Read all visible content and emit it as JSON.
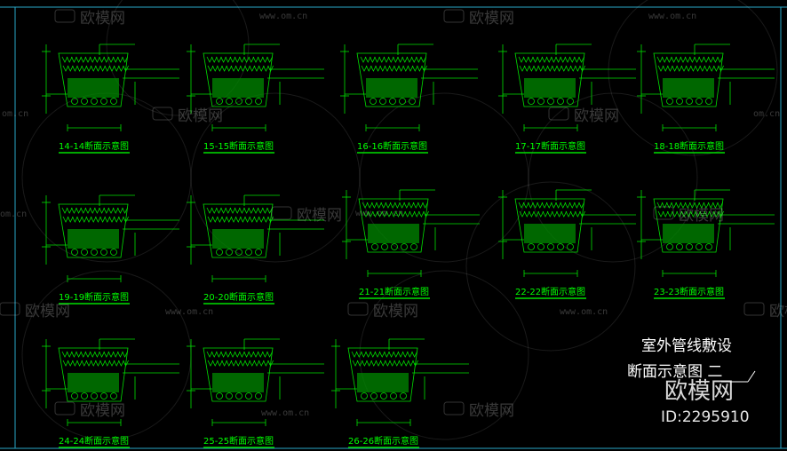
{
  "drawing": {
    "title_line1": "室外管线敷设",
    "title_line2": "断面示意图 二",
    "brand": "欧模网",
    "id_label": "ID:2295910"
  },
  "watermark": {
    "brand": "欧模网",
    "url": "www.om.cn",
    "url_partial": "om.cn"
  },
  "sections": [
    {
      "label": "14-14断面示意图"
    },
    {
      "label": "15-15断面示意图"
    },
    {
      "label": "16-16断面示意图"
    },
    {
      "label": "17-17断面示意图"
    },
    {
      "label": "18-18断面示意图"
    },
    {
      "label": "19-19断面示意图"
    },
    {
      "label": "20-20断面示意图"
    },
    {
      "label": "21-21断面示意图"
    },
    {
      "label": "22-22断面示意图"
    },
    {
      "label": "23-23断面示意图"
    },
    {
      "label": "24-24断面示意图"
    },
    {
      "label": "25-25断面示意图"
    },
    {
      "label": "26-26断面示意图"
    }
  ],
  "colors": {
    "linework": "#00e000",
    "frame": "#2aa8c8",
    "background": "#000000"
  }
}
